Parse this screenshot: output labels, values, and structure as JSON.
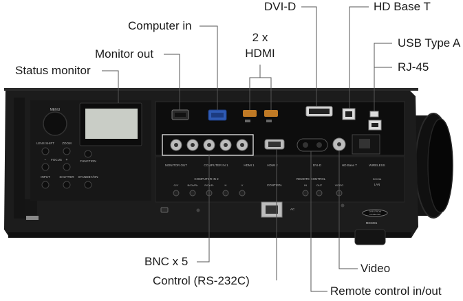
{
  "callouts": {
    "status_monitor": "Status monitor",
    "monitor_out": "Monitor out",
    "computer_in": "Computer in",
    "hdmi_line1": "2 x",
    "hdmi_line2": "HDMI",
    "dvi_d": "DVI-D",
    "hd_base_t": "HD Base T",
    "usb_type_a": "USB Type A",
    "rj45": "RJ-45",
    "bnc_x5": "BNC x 5",
    "control_rs232c": "Control (RS-232C)",
    "video": "Video",
    "remote_control": "Remote control in/out"
  },
  "panel_labels": {
    "menu": "MENU",
    "lens_shift": "LENS SHIFT",
    "zoom": "ZOOM",
    "focus": "FOCUS",
    "focus_minus": "−",
    "focus_plus": "+",
    "function": "FUNCTION",
    "input": "INPUT",
    "shutter": "SHUTTER",
    "standby_on": "STANDBY/ON",
    "monitor_out": "MONITOR OUT",
    "computer_in_1": "COMPUTER IN 1",
    "hdmi_1": "HDMI 1",
    "hdmi_2": "HDMI 2",
    "dvi_d": "DVI-D",
    "hd_base_t": "HD Base T",
    "wireless": "WIRELESS",
    "wireless_spec": "5V/0.5A",
    "lan": "LAN",
    "computer_in_2": "COMPUTER IN 2",
    "remote_control": "REMOTE CONTROL",
    "control": "CONTROL",
    "video": "VIDEO",
    "in": "IN",
    "out": "OUT",
    "g_y": "G/Y",
    "b_cb_pb": "B/Cb/Pb",
    "r_cr_pr": "R/Cr/Pr",
    "h": "H",
    "v": "V",
    "ac": "AC",
    "model": "ME8391",
    "crestron_line1": "CRESTRON",
    "crestron_line2": "CONNECTED"
  },
  "colors": {
    "body": "#1c1c1c",
    "body_dark": "#0d0d0d",
    "label": "#1a1a1a",
    "leader_line": "#555555",
    "panel_text": "#b8b8b8",
    "screen": "#c9cdc6",
    "vga_blue": "#2f5bb5",
    "hdmi_orange": "#c07a25",
    "bnc_silver": "#bdbdbd"
  }
}
